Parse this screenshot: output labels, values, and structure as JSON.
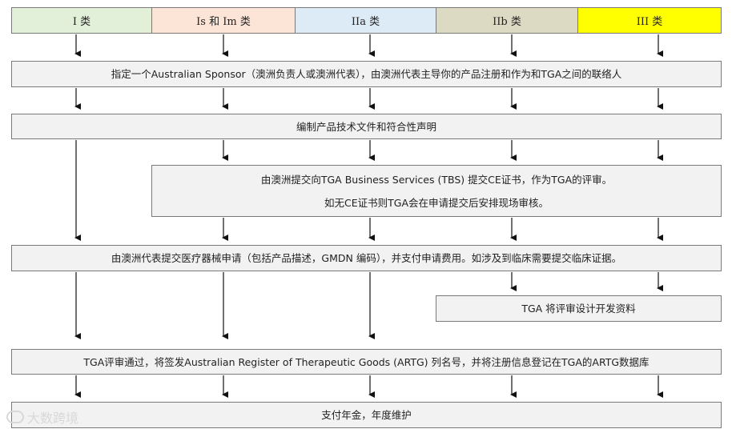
{
  "categories": [
    {
      "label": "I 类",
      "color": "#e2efd9"
    },
    {
      "label": "Is 和 Im 类",
      "color": "#fce4d6"
    },
    {
      "label": "IIa 类",
      "color": "#ddebf7"
    },
    {
      "label": "IIb 类",
      "color": "#dddac4"
    },
    {
      "label": "III 类",
      "color": "#ffff00"
    }
  ],
  "steps": {
    "sponsor": "指定一个Australian Sponsor（澳洲负责人或澳洲代表），由澳洲代表主导你的产品注册和作为和TGA之间的联络人",
    "techfile": "编制产品技术文件和符合性声明",
    "tbs_line1": "由澳洲提交向TGA Business Services (TBS) 提交CE证书，作为TGA的评审。",
    "tbs_line2": "如无CE证书则TGA会在申请提交后安排现场审核。",
    "application": "由澳洲代表提交医疗器械申请（包括产品描述，GMDN 编码），并支付申请费用。如涉及到临床需要提交临床证据。",
    "design_review": "TGA 将评审设计开发资料",
    "artg": "TGA评审通过，将签发Australian Register of Therapeutic Goods (ARTG) 列名号，并将注册信息登记在TGA的ARTG数据库",
    "annual": "支付年金，年度维护"
  },
  "watermark": "大数跨境"
}
